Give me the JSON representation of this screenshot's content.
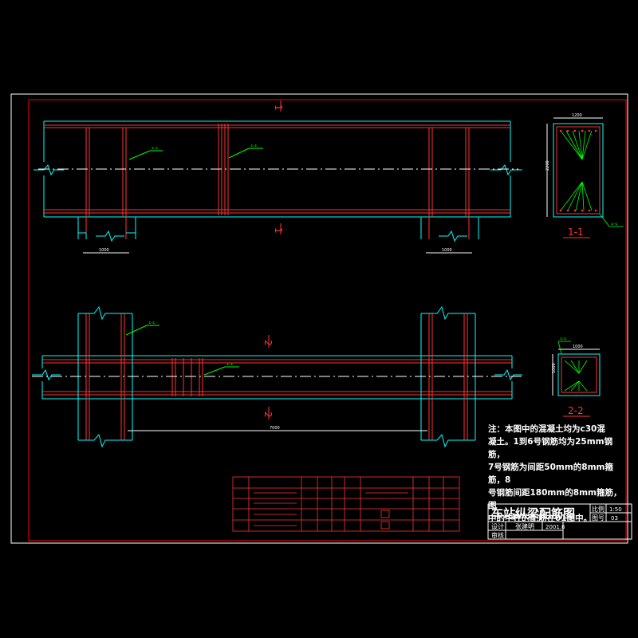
{
  "sections": {
    "section_1_marker": "1",
    "section_2_marker": "2",
    "section_1_title": "1-1",
    "section_2_title": "2-2"
  },
  "dimensions": {
    "top_col_left_width": "1000",
    "top_col_right_width": "1000",
    "bottom_span": "7000",
    "sec1_width": "1200",
    "sec1_height": "2200",
    "sec2_width": "1000",
    "sec2_height": "1000"
  },
  "rebar_callouts": {
    "label": "①-①"
  },
  "notes": {
    "line1": "注：本图中的混凝土均为c30混",
    "line2": "凝土。1到6号钢筋均为25mm钢筋，",
    "line3": "7号钢筋为间距50mm的8mm箍筋，8",
    "line4": "号钢筋间距180mm的8mm箍筋，图",
    "line5": "中的中柱的配筋在01图中。"
  },
  "title_block": {
    "drawing_title": "车站纵梁配筋图",
    "scale_label": "比例",
    "scale_value": "1:50",
    "sheet_label": "图号",
    "sheet_value": "03",
    "design_label": "设计",
    "design_name": "张建明",
    "date": "2001.6",
    "review_label": "审核"
  },
  "colors": {
    "background": "#000000",
    "frame": "#ff0000",
    "concrete": "#00ffff",
    "rebar": "#ff3333",
    "callout": "#00ff00",
    "text": "#ffffff",
    "axis": "#ffffff"
  }
}
